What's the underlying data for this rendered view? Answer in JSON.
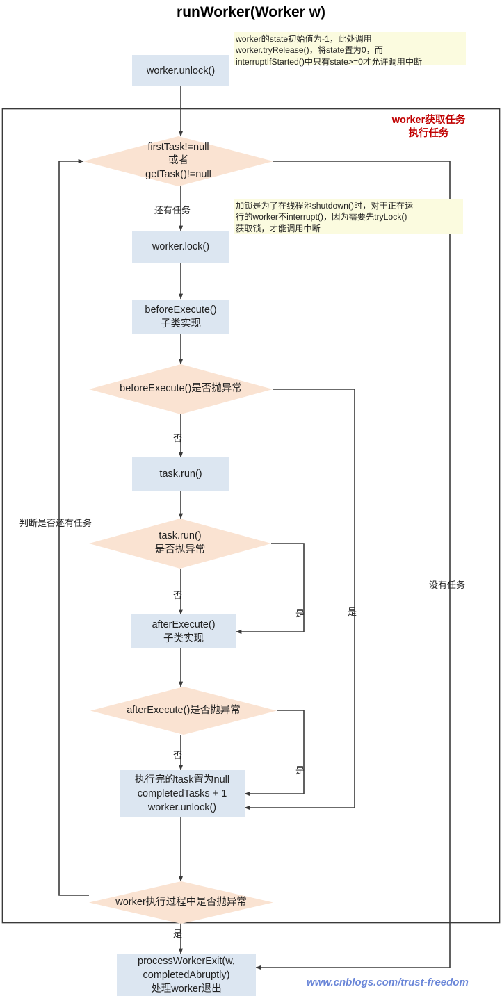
{
  "title": "runWorker(Worker w)",
  "group": {
    "label": "worker获取任务\n执行任务"
  },
  "nodes": {
    "worker_unlock_top": "worker.unlock()",
    "has_task_decision": "firstTask!=null\n或者\ngetTask()!=null",
    "worker_lock": "worker.lock()",
    "before_execute": "beforeExecute()\n子类实现",
    "before_execute_throw": "beforeExecute()是否抛异常",
    "task_run": "task.run()",
    "task_run_throw": "task.run()\n是否抛异常",
    "after_execute": "afterExecute()\n子类实现",
    "after_execute_throw": "afterExecute()是否抛异常",
    "finish_task": "执行完的task置为null\ncompletedTasks + 1\nworker.unlock()",
    "worker_throw": "worker执行过程中是否抛异常",
    "process_worker_exit": "processWorkerExit(w,\ncompletedAbruptly)\n处理worker退出"
  },
  "notes": [
    "worker的state初始值为-1，此处调用\nworker.tryRelease()，将state置为0，而\ninterruptIfStarted()中只有state>=0才允许调用中断",
    "加锁是为了在线程池shutdown()时，对于正在运\n行的worker不interrupt()，因为需要先tryLock()\n获取锁，才能调用中断"
  ],
  "edge_labels": {
    "still_has_task": "还有任务",
    "no_task": "没有任务",
    "before_execute_no": "否",
    "before_execute_yes": "是",
    "task_run_no": "否",
    "task_run_yes": "是",
    "after_execute_no": "否",
    "after_execute_yes": "是",
    "loop_check": "判断是否还有任务",
    "worker_throw_yes": "是"
  },
  "watermark": "www.cnblogs.com/trust-freedom",
  "colors": {
    "process_fill": "#dce6f1",
    "decision_fill": "#fae3d2",
    "note_fill": "#fbfbdf",
    "group_label": "#c00000",
    "wire": "#3a3a3a",
    "watermark": "#6a86d8"
  }
}
